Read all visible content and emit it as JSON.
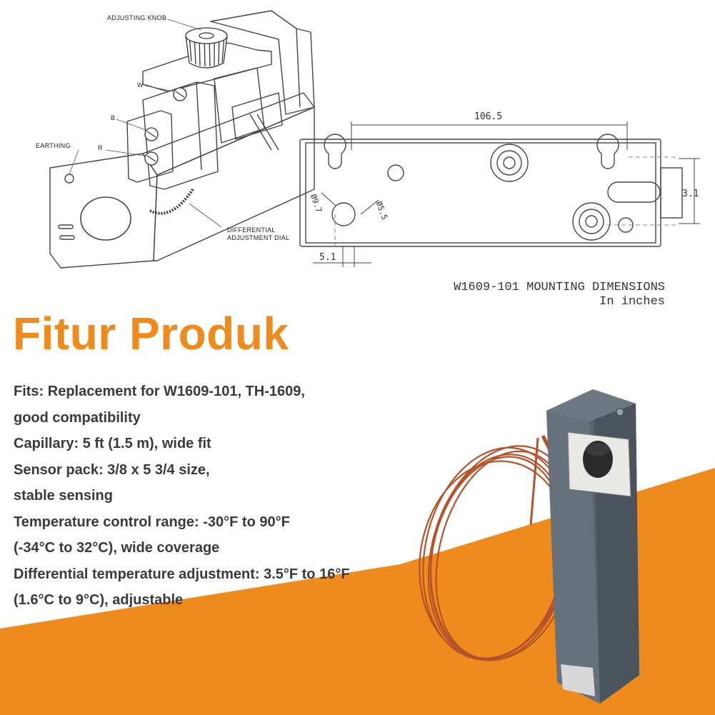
{
  "diagram": {
    "labels": {
      "adjusting_knob": "ADJUSTING KNOB",
      "w": "W",
      "b": "B",
      "r": "R",
      "earthing": "EARTHING",
      "differential_line1": "DIFFERENTIAL",
      "differential_line2": "ADJUSTMENT DIAL"
    },
    "dimensions": {
      "width": "106.5",
      "height": "3.1",
      "hole_diameter_a": "Ø9.7",
      "hole_diameter_b": "Ø5.5",
      "edge_offset": "5.1"
    },
    "caption_line1": "W1609-101 MOUNTING DIMENSIONS",
    "caption_line2": "In inches"
  },
  "heading": "Fitur Produk",
  "features": [
    "Fits: Replacement for W1609-101, TH-1609,",
    "good compatibility",
    "Capillary: 5 ft (1.5 m), wide fit",
    "Sensor pack: 3/8 x 5 3/4 size,",
    "stable sensing",
    "Temperature control range: -30°F to 90°F",
    "(-34°C to 32°C), wide coverage",
    "Differential temperature adjustment: 3.5°F to 16°F",
    "(1.6°C to 9°C), adjustable"
  ],
  "colors": {
    "accent_orange": "#ef8a1c",
    "body_text": "#3a3a3a",
    "thermostat_gray": "#5c6670",
    "capillary_copper": "#b5522a"
  }
}
